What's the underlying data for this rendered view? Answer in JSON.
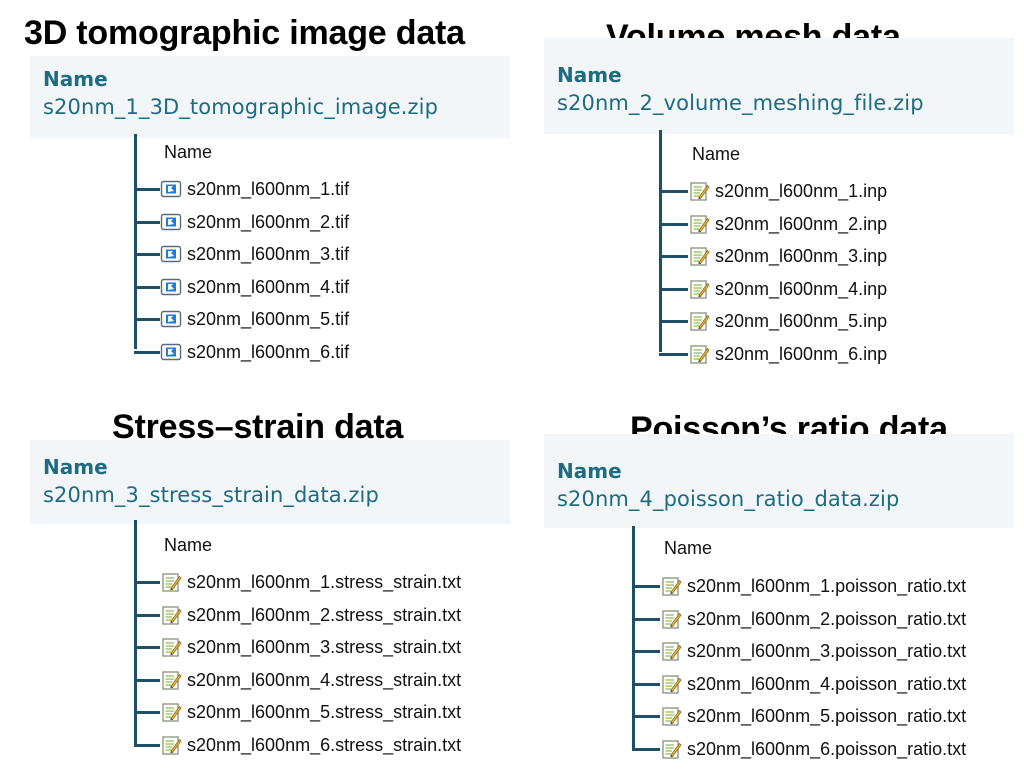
{
  "colors": {
    "accent": "#1e6b82",
    "tree": "#1f4f66",
    "panel": "#f2f6f8"
  },
  "list_header": "Name",
  "panels": [
    {
      "title": "3D tomographic image data",
      "zip_header": "Name",
      "zip_name": "s20nm_1_3D_tomographic_image.zip",
      "icon": "image-file-icon",
      "files": [
        "s20nm_l600nm_1.tif",
        "s20nm_l600nm_2.tif",
        "s20nm_l600nm_3.tif",
        "s20nm_l600nm_4.tif",
        "s20nm_l600nm_5.tif",
        "s20nm_l600nm_6.tif"
      ]
    },
    {
      "title": "Volume mesh data",
      "zip_header": "Name",
      "zip_name": "s20nm_2_volume_meshing_file.zip",
      "icon": "text-file-icon",
      "files": [
        "s20nm_l600nm_1.inp",
        "s20nm_l600nm_2.inp",
        "s20nm_l600nm_3.inp",
        "s20nm_l600nm_4.inp",
        "s20nm_l600nm_5.inp",
        "s20nm_l600nm_6.inp"
      ]
    },
    {
      "title": "Stress–strain data",
      "zip_header": "Name",
      "zip_name": "s20nm_3_stress_strain_data.zip",
      "icon": "text-file-icon",
      "files": [
        "s20nm_l600nm_1.stress_strain.txt",
        "s20nm_l600nm_2.stress_strain.txt",
        "s20nm_l600nm_3.stress_strain.txt",
        "s20nm_l600nm_4.stress_strain.txt",
        "s20nm_l600nm_5.stress_strain.txt",
        "s20nm_l600nm_6.stress_strain.txt"
      ]
    },
    {
      "title": "Poisson’s ratio data",
      "zip_header": "Name",
      "zip_name": "s20nm_4_poisson_ratio_data.zip",
      "icon": "text-file-icon",
      "files": [
        "s20nm_l600nm_1.poisson_ratio.txt",
        "s20nm_l600nm_2.poisson_ratio.txt",
        "s20nm_l600nm_3.poisson_ratio.txt",
        "s20nm_l600nm_4.poisson_ratio.txt",
        "s20nm_l600nm_5.poisson_ratio.txt",
        "s20nm_l600nm_6.poisson_ratio.txt"
      ]
    }
  ]
}
